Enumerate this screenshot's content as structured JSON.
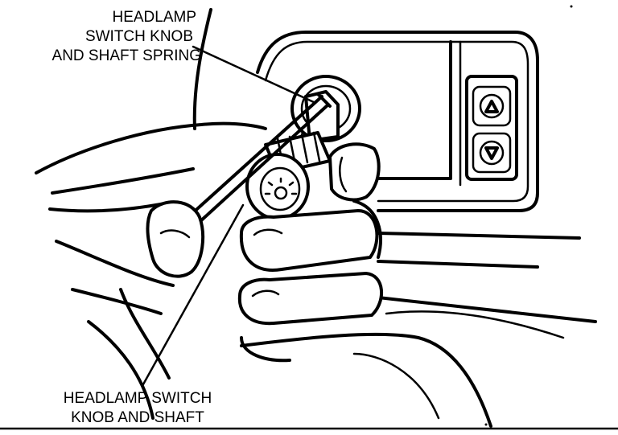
{
  "callouts": {
    "top": {
      "lines": [
        "HEADLAMP",
        "SWITCH KNOB",
        "AND SHAFT SPRING"
      ]
    },
    "bottom": {
      "lines": [
        "HEADLAMP SWITCH",
        "KNOB AND SHAFT"
      ]
    }
  },
  "icons": {
    "up_button": "triangle-up-icon",
    "down_button": "triangle-down-icon",
    "headlamp_symbol": "sun-lamp-icon"
  }
}
